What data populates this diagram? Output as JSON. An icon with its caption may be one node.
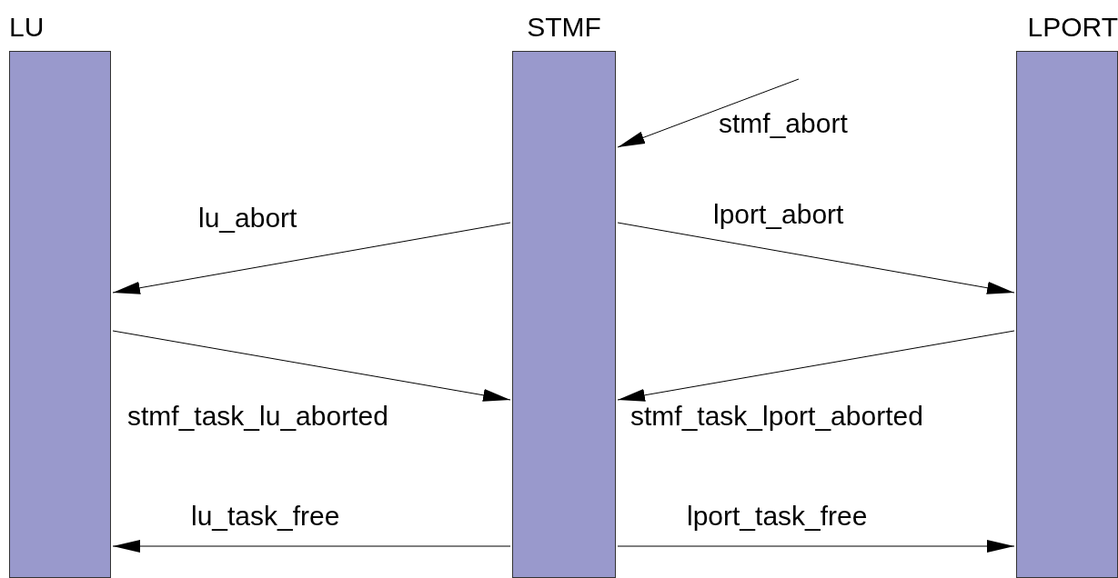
{
  "diagram": {
    "nodes": [
      {
        "text": [
          "LU"
        ]
      },
      {
        "text": [
          "STMF"
        ]
      },
      {
        "text": [
          "LPORT"
        ]
      }
    ],
    "edges": [
      {
        "from": null,
        "to": 1,
        "arrow": "to",
        "label": "stmf_abort"
      },
      {
        "from": 1,
        "to": 0,
        "arrow": "to",
        "label": "lu_abort"
      },
      {
        "from": 1,
        "to": 2,
        "arrow": "to",
        "label": "lport_abort"
      },
      {
        "from": 0,
        "to": 1,
        "arrow": "to",
        "label": "stmf_task_lu_aborted"
      },
      {
        "from": 2,
        "to": 1,
        "arrow": "to",
        "label": "stmf_task_lport_aborted"
      },
      {
        "from": 1,
        "to": 0,
        "arrow": "to",
        "label": "lu_task_free"
      },
      {
        "from": 1,
        "to": 2,
        "arrow": "to",
        "label": "lport_task_free"
      }
    ]
  }
}
